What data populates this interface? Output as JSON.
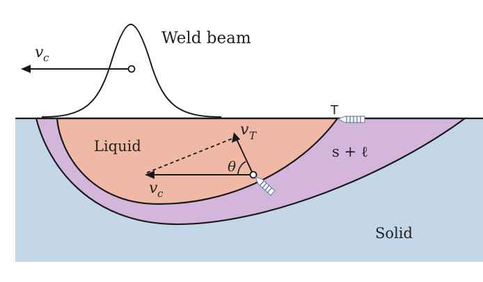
{
  "labels": {
    "weld_beam": "Weld beam",
    "liquid": "Liquid",
    "mushy_zone": "s + ℓ",
    "solid": "Solid",
    "tip_marker": "T",
    "angle": "θ",
    "velocity_beam_main": "v",
    "velocity_beam_sub": "c",
    "velocity_front_main": "v",
    "velocity_front_sub": "c",
    "velocity_growth_main": "v",
    "velocity_growth_sub": "T"
  },
  "colors": {
    "liquid": "#f0b9a5",
    "mushy": "#d4b6dc",
    "solid": "#c3d7e7",
    "line": "#1a1a1a"
  },
  "icons": [
    "dendrite-icon"
  ]
}
